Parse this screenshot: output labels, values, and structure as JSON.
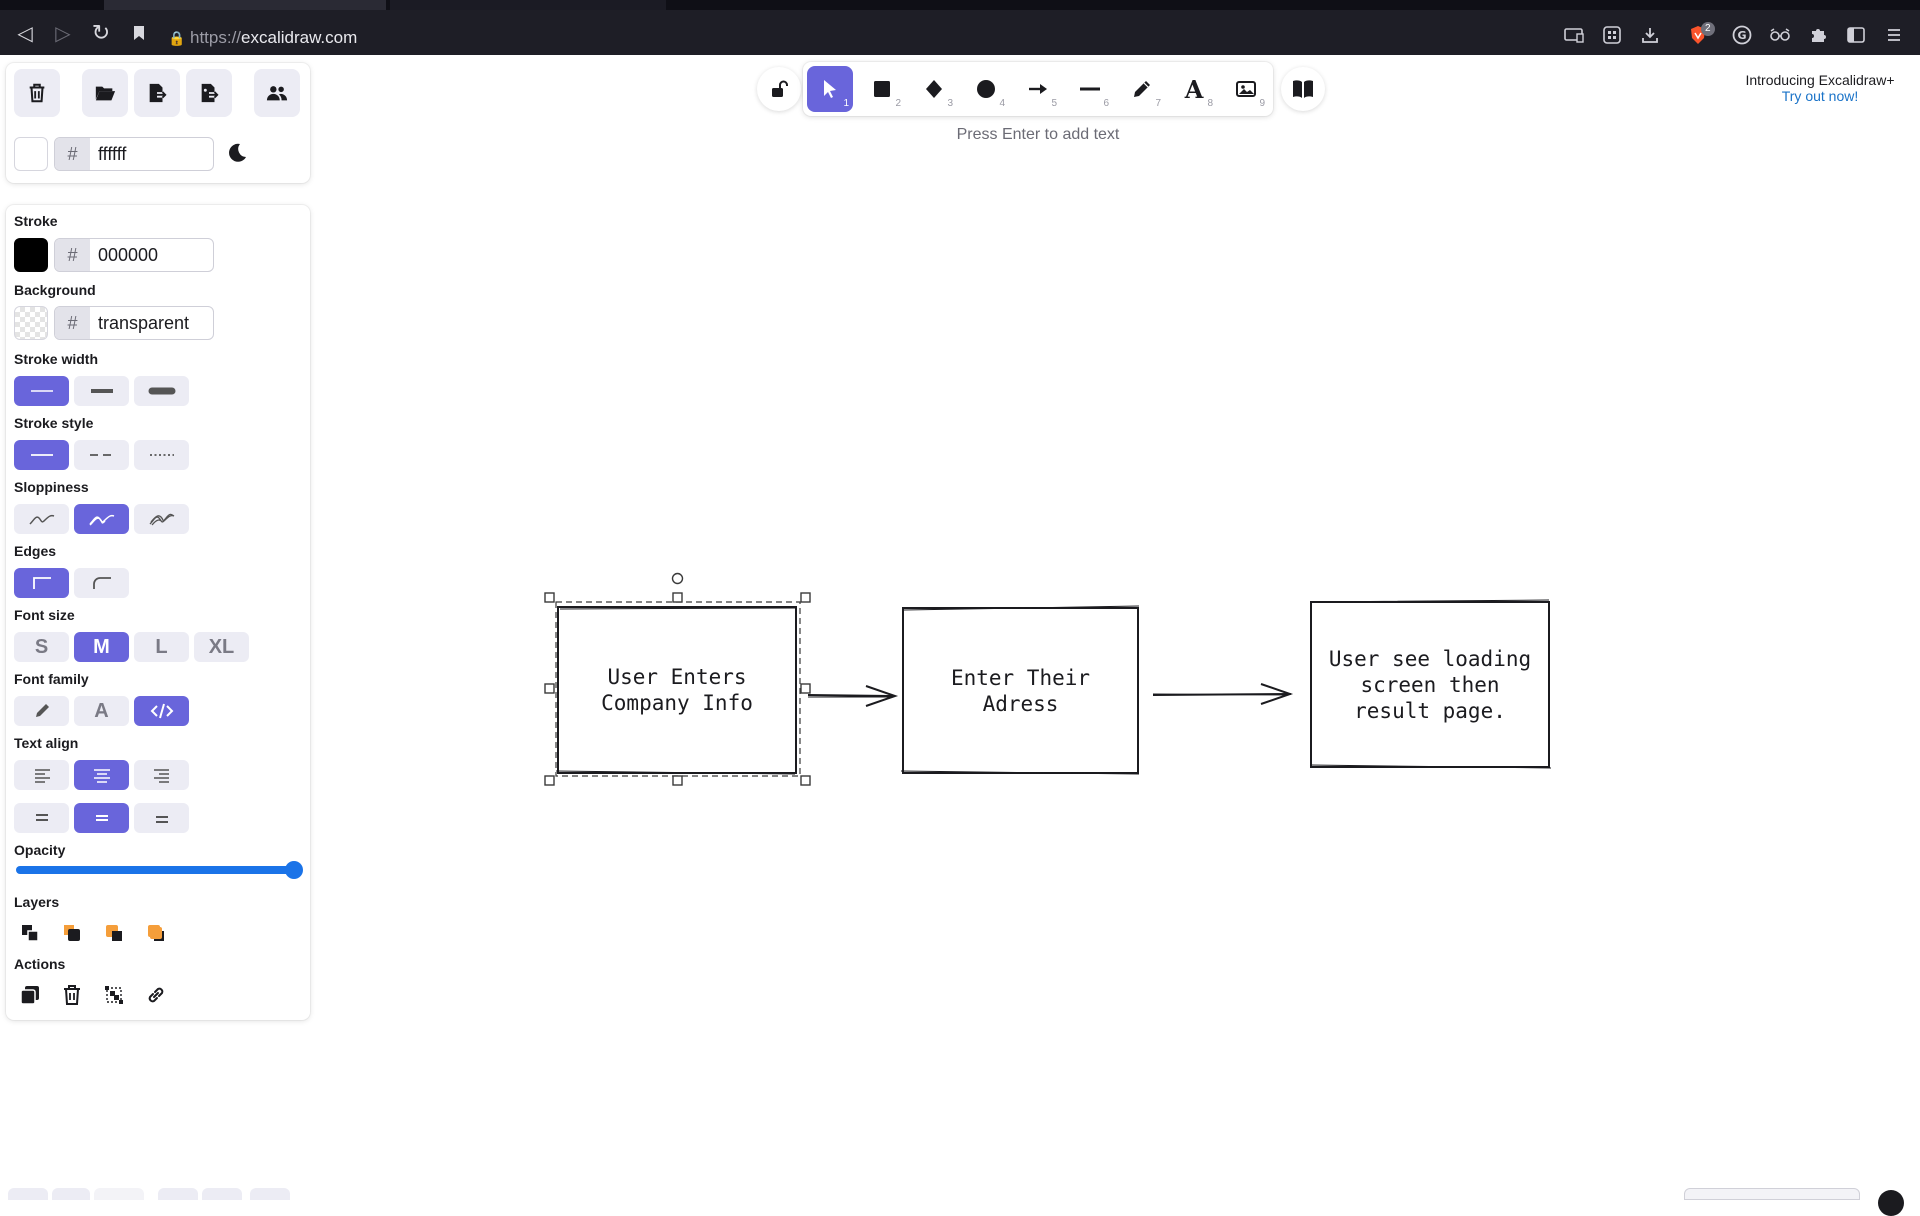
{
  "browser": {
    "url_prefix": "https://",
    "url_host": "excalidraw.com",
    "extension_badge": "2"
  },
  "canvas_menu": {
    "canvas_bg_hex": "ffffff"
  },
  "properties": {
    "stroke_label": "Stroke",
    "stroke_hex": "000000",
    "background_label": "Background",
    "background_hex": "transparent",
    "stroke_width_label": "Stroke width",
    "stroke_style_label": "Stroke style",
    "sloppiness_label": "Sloppiness",
    "edges_label": "Edges",
    "font_size_label": "Font size",
    "font_sizes": [
      "S",
      "M",
      "L",
      "XL"
    ],
    "font_family_label": "Font family",
    "font_family_text_glyph": "A",
    "text_align_label": "Text align",
    "opacity_label": "Opacity",
    "opacity_value": 100,
    "layers_label": "Layers",
    "actions_label": "Actions"
  },
  "tools": {
    "numbers": [
      "1",
      "2",
      "3",
      "4",
      "5",
      "6",
      "7",
      "8",
      "9"
    ],
    "text_glyph": "A"
  },
  "hint": "Press Enter to add text",
  "promo": {
    "line1": "Introducing Excalidraw+",
    "line2": "Try out now!"
  },
  "diagram": {
    "boxes": [
      {
        "text": "User Enters\nCompany Info"
      },
      {
        "text": "Enter Their\nAdress"
      },
      {
        "text": "User see loading\nscreen then\nresult page."
      }
    ]
  },
  "colors": {
    "accent": "#6965db",
    "slider": "#1a73e8",
    "link": "#1a73c8",
    "browser_bar": "#1e1e26"
  }
}
